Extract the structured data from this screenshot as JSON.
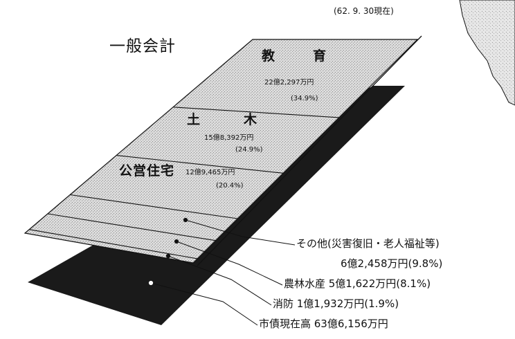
{
  "date_note": "(62. 9. 30現在)",
  "title": "一般会計",
  "chart_data": {
    "type": "bar",
    "title": "一般会計",
    "total": {
      "label": "市債現在高",
      "value_text": "63億6,156万円",
      "value_man_yen": 636156
    },
    "categories": [
      "教育",
      "土木",
      "公営住宅",
      "その他(災害復旧・老人福祉等)",
      "農林水産",
      "消防"
    ],
    "values": [
      222297,
      158392,
      129465,
      62458,
      51622,
      11932
    ],
    "percents": [
      34.9,
      24.9,
      20.4,
      9.8,
      8.1,
      1.9
    ],
    "unit": "万円",
    "segments": [
      {
        "name": "教　育",
        "amount": "22億2,297万円",
        "pct": "(34.9%)"
      },
      {
        "name": "土　木",
        "amount": "15億8,392万円",
        "pct": "(24.9%)"
      },
      {
        "name": "公営住宅",
        "amount": "12億9,465万円",
        "pct": "(20.4%)"
      }
    ],
    "callouts": [
      {
        "line1": "その他(災害復旧・老人福祉等)",
        "line2": "6億2,458万円(9.8%)"
      },
      {
        "line1": "農林水産 5億1,622万円(8.1%)"
      },
      {
        "line1": "消防 1億1,932万円(1.9%)"
      },
      {
        "line1": "市債現在高 63億6,156万円"
      }
    ]
  },
  "colors": {
    "slab": "#d9d9d9",
    "shadow": "#1a1a1a",
    "line": "#111111",
    "map": "#dddddd"
  }
}
